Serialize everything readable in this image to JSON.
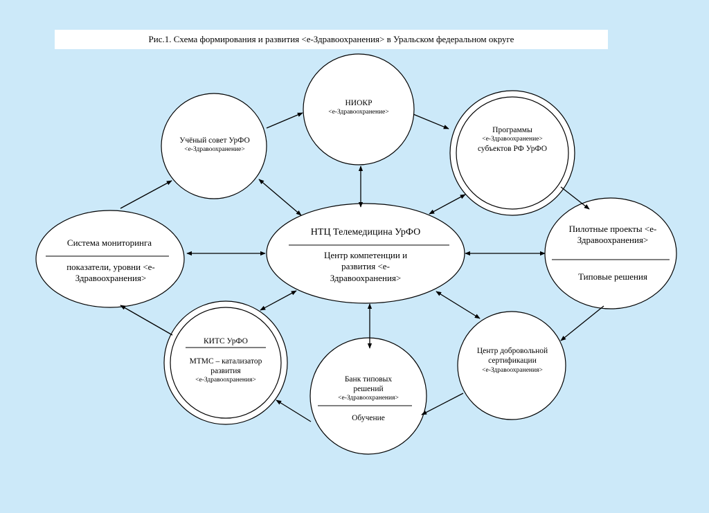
{
  "title": "Рис.1. Схема формирования и развития <е-Здравоохранения> в Уральском федеральном округе",
  "nodes": {
    "center": {
      "top": "НТЦ Телемедицина УрФО",
      "bottom": "Центр компетенции и развития <е-Здравоохранения>"
    },
    "monitoring": {
      "top": "Система мониторинга",
      "bottom": "показатели, уровни <е-Здравоохранения>"
    },
    "council": {
      "line1": "Учёный совет УрФО",
      "line2": "<е-Здравоохранение>"
    },
    "niokr": {
      "line1": "НИОКР",
      "line2": "<е-Здравоохранение>"
    },
    "programs": {
      "line1": "Программы",
      "line2": "<е-Здравоохранение>",
      "line3": "субъектов РФ УрФО"
    },
    "pilot": {
      "top": "Пилотные проекты <е-Здравоохранения>",
      "bottom": "Типовые решения"
    },
    "certification": {
      "line1": "Центр добровольной сертификации",
      "line2": "<е-Здравоохранения>"
    },
    "bank": {
      "line1": "Банк  типовых решений",
      "line2": "<е-Здравоохранения>",
      "bottom": "Обучение"
    },
    "kits": {
      "top": "КИТС УрФО",
      "bottom1": "МТМС – катализатор развития",
      "bottom2": "<е-Здравоохранения>"
    }
  }
}
